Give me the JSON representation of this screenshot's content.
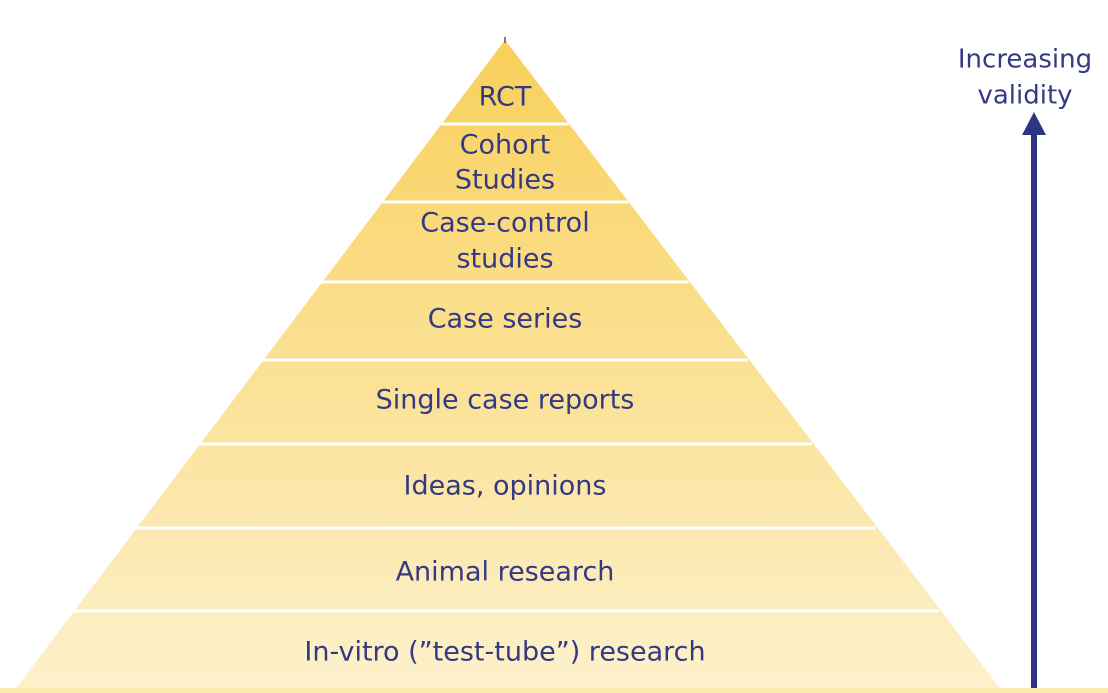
{
  "pyramid": {
    "levels": [
      {
        "lines": [
          "RCT"
        ]
      },
      {
        "lines": [
          "Cohort",
          "Studies"
        ]
      },
      {
        "lines": [
          "Case-control",
          "studies"
        ]
      },
      {
        "lines": [
          "Case series"
        ]
      },
      {
        "lines": [
          "Single case reports"
        ]
      },
      {
        "lines": [
          "Ideas, opinions"
        ]
      },
      {
        "lines": [
          "Animal research"
        ]
      },
      {
        "lines": [
          "In-vitro (”test-tube”) research"
        ]
      }
    ]
  },
  "axis": {
    "label_lines": [
      "Increasing",
      "validity"
    ],
    "direction": "up"
  },
  "colors": {
    "text": "#333a82",
    "arrow": "#2e3582",
    "pyramid_top": "#f8d05a",
    "pyramid_bottom": "#fdf1cc",
    "separator": "#ffffff",
    "base_band": "#fbe9ae"
  }
}
